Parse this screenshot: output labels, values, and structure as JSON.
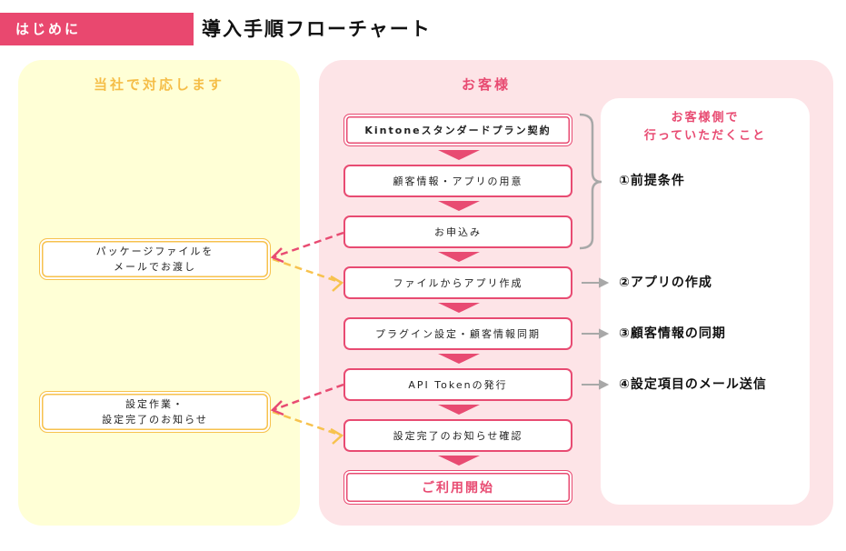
{
  "header": {
    "tag": "はじめに",
    "title": "導入手順フローチャート"
  },
  "left_panel": {
    "title": "当社で対応します",
    "boxes": [
      [
        "パッケージファイルを",
        "メールでお渡し"
      ],
      [
        "設定作業・",
        "設定完了のお知らせ"
      ]
    ]
  },
  "right_panel": {
    "title": "お客様",
    "steps": [
      "Kintoneスタンダードプラン契約",
      "顧客情報・アプリの用意",
      "お申込み",
      "ファイルからアプリ作成",
      "プラグイン設定・顧客情報同期",
      "API Tokenの発行",
      "設定完了のお知らせ確認",
      "ご利用開始"
    ]
  },
  "customer_panel": {
    "title": [
      "お客様側で",
      "行っていただくこと"
    ],
    "items": [
      "①前提条件",
      "②アプリの作成",
      "③顧客情報の同期",
      "④設定項目のメール送信"
    ]
  },
  "colors": {
    "pink": "#E84B72",
    "orange": "#F7C24E",
    "gray": "#A8A8A8"
  }
}
